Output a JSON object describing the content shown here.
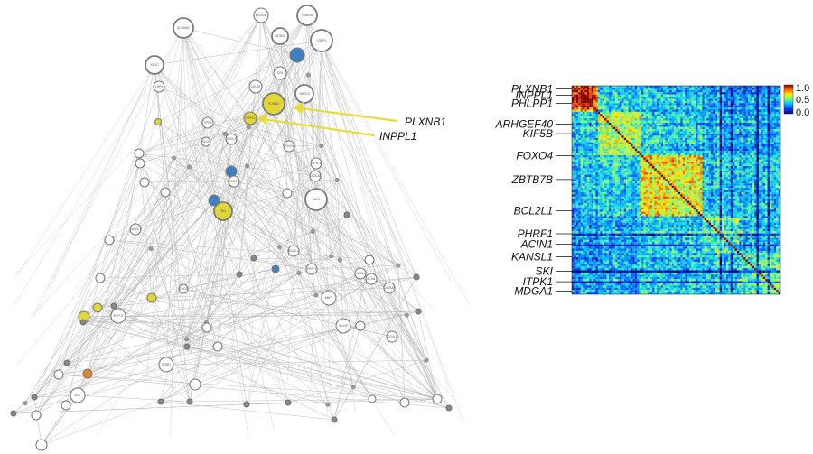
{
  "network": {
    "node_labels": [
      "SLC38A2",
      "MED13L",
      "FAM53A",
      "ZBTB33",
      "CSRP1",
      "KIF1C",
      "LRP6",
      "CPA",
      "HMGCS",
      "CELSR",
      "PLXNB1",
      "INPPL1",
      "SHOC2",
      "EXOC7",
      "FOXO4",
      "ZBTB7B",
      "BAG1",
      "SKI",
      "CCDC64",
      "ITPK1",
      "HOXA1",
      "KANSL1",
      "BCL2L1",
      "PHRF1",
      "NFAM",
      "ACIN1",
      "CAMSAP",
      "BMP1",
      "MLXIP",
      "KCNJ1",
      "ENO2",
      "ZNF711",
      "SH2B1",
      "APC"
    ],
    "highlight_yellow": "#e0d63a",
    "highlight_blue": "#3f7fbf",
    "highlight_orange": "#e0852f",
    "callouts": [
      {
        "label": "PLXNB1",
        "target": "PLXNB1"
      },
      {
        "label": "INPPL1",
        "target": "INPPL1"
      }
    ],
    "callout_color": "#e8dc3c"
  },
  "heatmap": {
    "gene_labels": [
      "PLXNB1",
      "INPPL1",
      "PHLPP1",
      "ARHGEF40",
      "KIF5B",
      "FOXO4",
      "ZBTB7B",
      "BCL2L1",
      "PHRF1",
      "ACIN1",
      "KANSL1",
      "SKI",
      "ITPK1",
      "MDGA1"
    ],
    "gene_fractions": [
      0.015,
      0.045,
      0.085,
      0.185,
      0.23,
      0.335,
      0.45,
      0.6,
      0.71,
      0.76,
      0.82,
      0.89,
      0.94,
      0.985
    ],
    "colorbar": {
      "ticks": [
        "1.0",
        "0.5",
        "0.0"
      ],
      "colormap": [
        "#00007f",
        "#0044ff",
        "#00c8ff",
        "#7dff7a",
        "#ffe600",
        "#ff4a00",
        "#7f0000"
      ]
    },
    "cell_data": "synthetic correlation matrix (~110x110) with diagonal = 1.0 and block structure"
  }
}
